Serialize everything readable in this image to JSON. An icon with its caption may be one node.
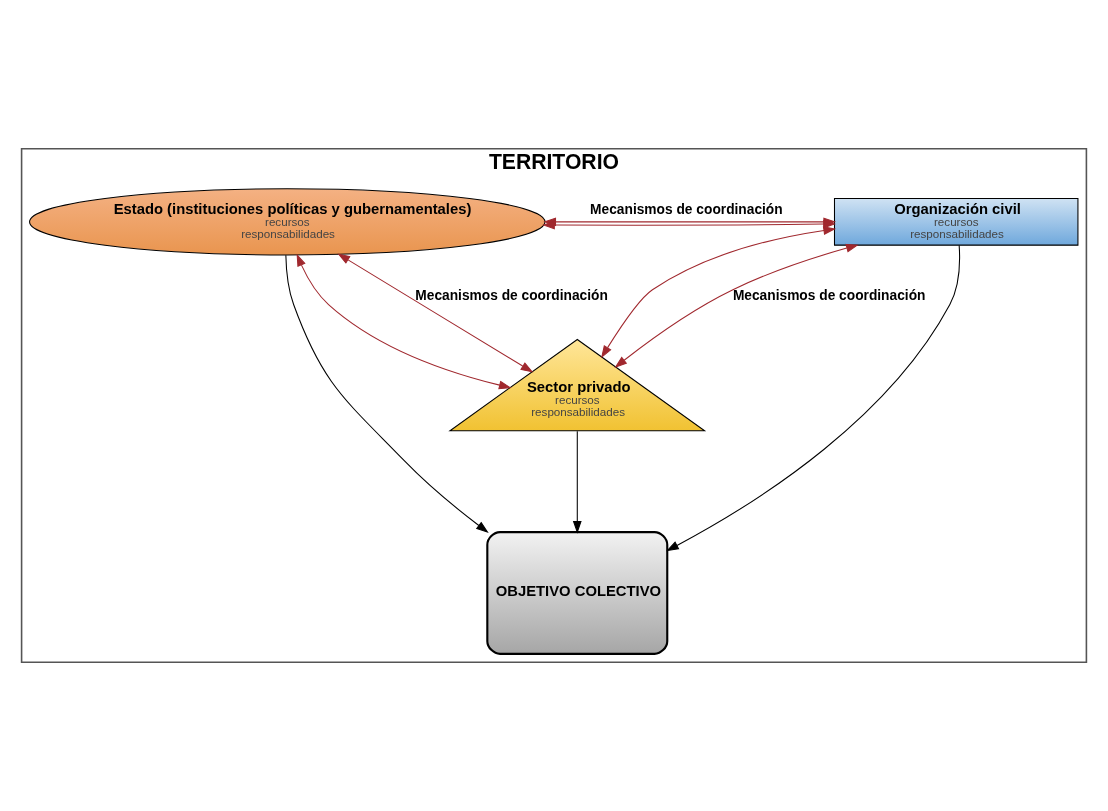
{
  "diagram": {
    "nodes": [
      {
        "text": [
          "TERRITORIO"
        ]
      },
      {
        "text": [
          "Estado (instituciones políticas y gubernamentales)",
          "recursos",
          "responsabilidades"
        ],
        "in": 0
      },
      {
        "text": [
          "Organización civil",
          "recursos",
          "responsabilidades"
        ],
        "in": 0
      },
      {
        "text": [
          "OBJETIVO COLECTIVO"
        ],
        "in": 0
      },
      {
        "text": [
          "Sector privado",
          "recursos",
          "responsabilidades"
        ],
        "in": 0
      }
    ],
    "edges": [
      {
        "from": 1,
        "to": 2,
        "arrow": "both",
        "label": "Mecanismos de coordinación"
      },
      {
        "from": 1,
        "to": 2,
        "arrow": "both"
      },
      {
        "from": 2,
        "to": 4,
        "arrow": "both"
      },
      {
        "from": 2,
        "to": 4,
        "arrow": "both",
        "label": "Mecanismos de coordinación"
      },
      {
        "from": 1,
        "to": 4,
        "arrow": "both"
      },
      {
        "from": 1,
        "to": 4,
        "arrow": "both",
        "label": "Mecanismos de coordinación"
      },
      {
        "from": 1,
        "to": 3,
        "arrow": "to",
        "color": "#000000"
      },
      {
        "from": 2,
        "to": 3,
        "arrow": "to",
        "color": "#000000"
      },
      {
        "from": 4,
        "to": 3,
        "arrow": "to",
        "color": "#000000"
      }
    ]
  }
}
